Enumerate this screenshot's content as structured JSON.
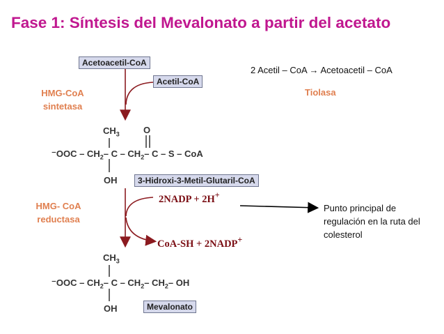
{
  "title": "Fase 1: Síntesis del Mevalonato a partir del acetato",
  "boxes": {
    "acetoacetil": "Acetoacetil-CoA",
    "acetil": "Acetil-CoA",
    "hmg": "3-Hidroxi-3-Metil-Glutaril-CoA",
    "mevalonato": "Mevalonato"
  },
  "enzymes": {
    "hmg_sintetasa": "HMG-CoA sintetasa",
    "hmg_reductasa": "HMG- CoA reductasa",
    "tiolasa": "Tiolasa"
  },
  "reaction": "2 Acetil – CoA → Acetoacetil – CoA",
  "cofactors": {
    "in": "2NADP + 2H",
    "in_sup": "+",
    "out": "CoA-SH + 2NADP",
    "out_sup": "+"
  },
  "note": "Punto principal de regulación en la ruta del colesterol",
  "molecule1": {
    "top_group": "CH3",
    "oxygen": "O",
    "chain_parts": [
      "⁻OOC – CH",
      "2",
      "– C – CH",
      "2",
      "– C – S – CoA"
    ],
    "bottom_group": "OH"
  },
  "molecule2": {
    "top_group": "CH3",
    "chain_parts": [
      "⁻OOC – CH",
      "2",
      "– C – CH",
      "2",
      "– CH",
      "2",
      "– OH"
    ],
    "bottom_group": "OH"
  },
  "colors": {
    "title": "#c0178f",
    "enzyme": "#e07f4f",
    "arrow": "#8b1a1f",
    "box_fill": "#d6d9ec"
  }
}
